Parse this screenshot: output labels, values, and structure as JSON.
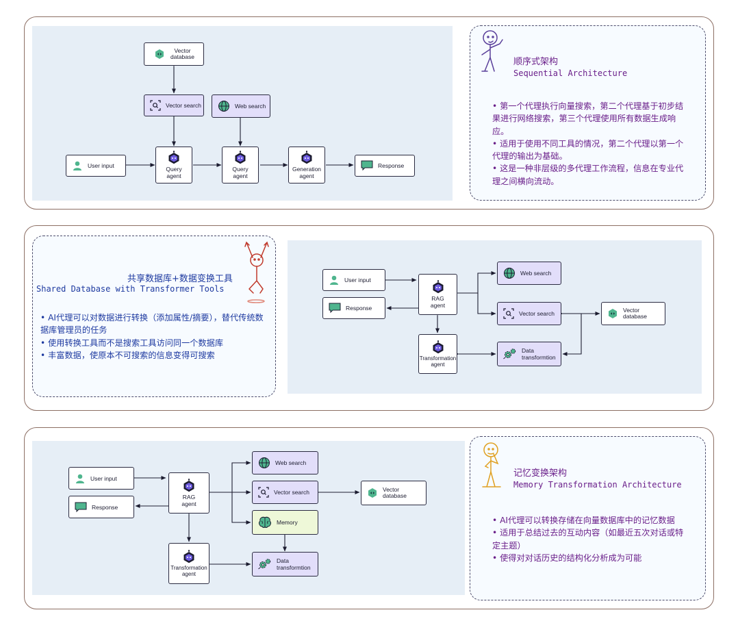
{
  "nodes": {
    "vector_database": "Vector\ndatabase",
    "vector_search": "Vector search",
    "web_search": "Web search",
    "user_input": "User input",
    "query_agent": "Query\nagent",
    "generation_agent": "Generation\nagent",
    "response": "Response",
    "rag_agent": "RAG\nagent",
    "transformation_agent": "Transformation\nagent",
    "data_transformation": "Data\ntransformtion",
    "memory": "Memory"
  },
  "panels": [
    {
      "title": "顺序式架构",
      "subtitle": "Sequential Architecture",
      "bullets": [
        "第一个代理执行向量搜索，第二个代理基于初步结果进行网络搜索，第三个代理使用所有数据生成响应。",
        "适用于使用不同工具的情况，第二个代理以第一个代理的输出为基础。",
        "这是一种非层级的多代理工作流程，信息在专业代理之间横向流动。"
      ]
    },
    {
      "title": "共享数据库+数据变换工具",
      "subtitle": "Shared Database with Transformer Tools",
      "bullets": [
        "AI代理可以对数据进行转换（添加属性/摘要），替代传统数据库管理员的任务",
        "使用转换工具而不是搜索工具访问同一个数据库",
        "丰富数据，使原本不可搜索的信息变得可搜索"
      ]
    },
    {
      "title": "记忆变换架构",
      "subtitle": "Memory Transformation Architecture",
      "bullets": [
        "AI代理可以转换存储在向量数据库中的记忆数据",
        "适用于总结过去的互动内容（如最近五次对话或特定主题）",
        "使得对对话历史的结构化分析成为可能"
      ]
    }
  ],
  "colors": {
    "panel_border": "#8c6e63",
    "diagram_bg": "#e6eef6",
    "tool_fill": "#e2defa",
    "memory_fill": "#eef8d8",
    "user_icon": "#4fb58e",
    "note_purple": "#6a1f8a",
    "note_blue": "#1e3aa0"
  }
}
